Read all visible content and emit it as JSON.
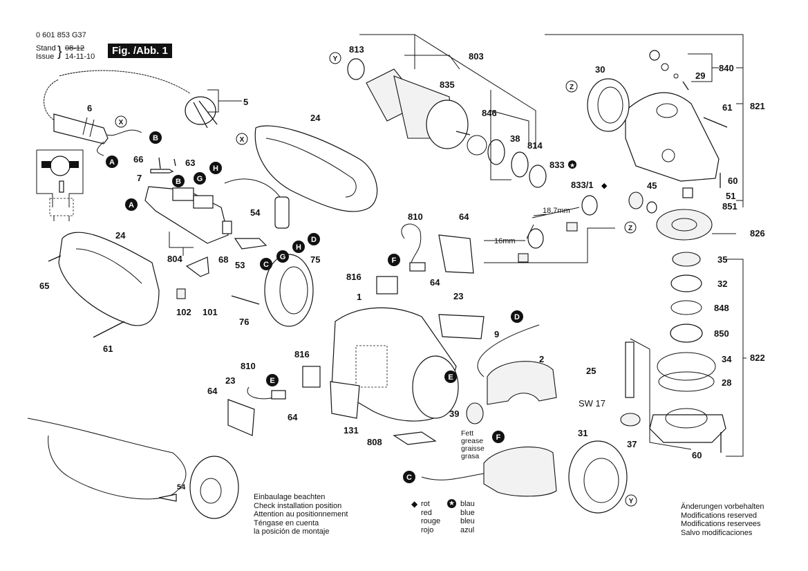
{
  "header": {
    "part_number": "0 601 853 G37",
    "stand_label": "Stand",
    "issue_label": "Issue",
    "stand_date_struck": "08-12",
    "issue_date": "14-11-10",
    "figure_label": "Fig. /Abb. 1"
  },
  "install_note": [
    "Einbaulage beachten",
    "Check installation position",
    "Attention au positionnement",
    "Téngase en cuenta",
    "la posición de montaje"
  ],
  "legend": {
    "red": {
      "symbol": "diamond",
      "labels": [
        "rot",
        "red",
        "rouge",
        "rojo"
      ]
    },
    "blue": {
      "symbol": "star-circle",
      "labels": [
        "blau",
        "blue",
        "bleu",
        "azul"
      ]
    }
  },
  "modifications_note": [
    "Änderungen vorbehalten",
    "Modifications reserved",
    "Modifications reservees",
    "Salvo modificaciones"
  ],
  "grease_note": [
    "Fett",
    "grease",
    "graisse",
    "grasa"
  ],
  "dimensions": {
    "dim_a": "18,7mm",
    "dim_b": "16mm",
    "wrench_size": "SW 17"
  },
  "connectors": [
    "A",
    "B",
    "C",
    "D",
    "E",
    "F",
    "G",
    "H"
  ],
  "reference_marks": [
    "X",
    "Y",
    "Z"
  ],
  "part_labels": {
    "p1": "1",
    "p2": "2",
    "p5": "5",
    "p6": "6",
    "p7": "7",
    "p9": "9",
    "p23a": "23",
    "p23b": "23",
    "p24a": "24",
    "p24b": "24",
    "p25": "25",
    "p28": "28",
    "p29": "29",
    "p30": "30",
    "p31": "31",
    "p32": "32",
    "p34": "34",
    "p35": "35",
    "p37": "37",
    "p38": "38",
    "p39": "39",
    "p45": "45",
    "p51": "51",
    "p53": "53",
    "p54a": "54",
    "p54b": "54",
    "p60a": "60",
    "p60b": "60",
    "p61a": "61",
    "p61b": "61",
    "p63": "63",
    "p64a": "64",
    "p64b": "64",
    "p64c": "64",
    "p64d": "64",
    "p65": "65",
    "p66": "66",
    "p68": "68",
    "p75": "75",
    "p76": "76",
    "p101": "101",
    "p102": "102",
    "p131": "131",
    "p803": "803",
    "p804": "804",
    "p808": "808",
    "p810a": "810",
    "p810b": "810",
    "p813": "813",
    "p814": "814",
    "p816a": "816",
    "p816b": "816",
    "p821": "821",
    "p822": "822",
    "p826": "826",
    "p833": "833",
    "p833_1": "833/1",
    "p835": "835",
    "p840": "840",
    "p846": "846",
    "p848": "848",
    "p850": "850",
    "p851": "851"
  }
}
